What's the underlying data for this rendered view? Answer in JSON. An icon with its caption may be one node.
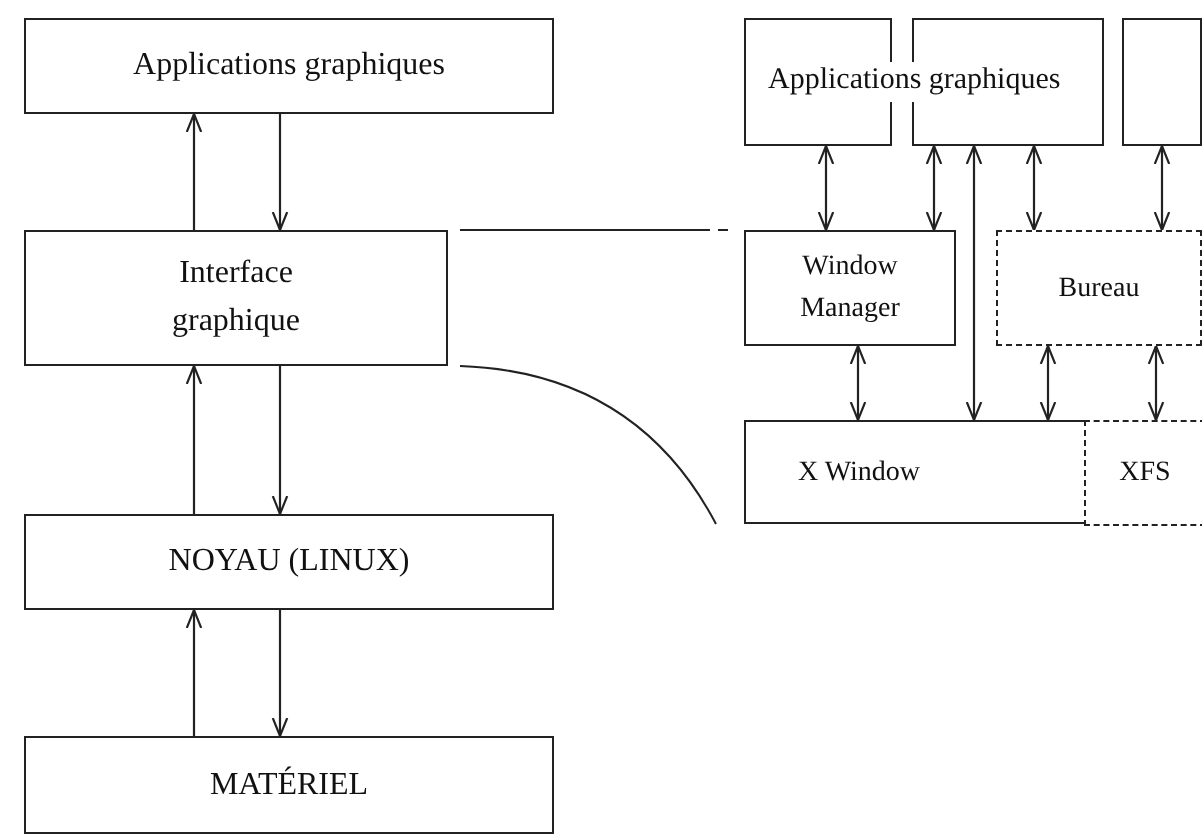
{
  "diagram": {
    "nodes": [
      {
        "text": [
          "Applications graphiques"
        ]
      },
      {
        "text": [
          "Interface graphique"
        ]
      },
      {
        "text": [
          "NOYAU (LINUX)"
        ]
      },
      {
        "text": [
          "MATÉRIEL"
        ]
      },
      {
        "text": [],
        "shape": "box"
      },
      {
        "text": [],
        "shape": "box"
      },
      {
        "text": [],
        "shape": "box"
      },
      {
        "text": [
          "Window Manager"
        ]
      },
      {
        "text": [
          "Bureau"
        ]
      },
      {
        "text": [
          "X Window"
        ]
      },
      {
        "text": [
          "XFS"
        ],
        "in": 9
      }
    ],
    "edges": [
      {
        "from": 1,
        "to": 0,
        "arrow": "to"
      },
      {
        "from": 0,
        "to": 1,
        "arrow": "to"
      },
      {
        "from": 2,
        "to": 1,
        "arrow": "to"
      },
      {
        "from": 1,
        "to": 2,
        "arrow": "to"
      },
      {
        "from": 3,
        "to": 2,
        "arrow": "to"
      },
      {
        "from": 2,
        "to": 3,
        "arrow": "to"
      },
      {
        "from": 4,
        "to": 7,
        "arrow": "both"
      },
      {
        "from": 5,
        "to": 7,
        "arrow": "both"
      },
      {
        "from": 5,
        "to": 9,
        "arrow": "both"
      },
      {
        "from": 5,
        "to": 8,
        "arrow": "both"
      },
      {
        "from": 6,
        "to": 8,
        "arrow": "both"
      },
      {
        "from": 7,
        "to": 9,
        "arrow": "both"
      },
      {
        "from": 8,
        "to": 9,
        "arrow": "both"
      },
      {
        "from": 8,
        "to": 10,
        "arrow": "both"
      }
    ],
    "labels": [
      "Applications graphiques"
    ]
  }
}
